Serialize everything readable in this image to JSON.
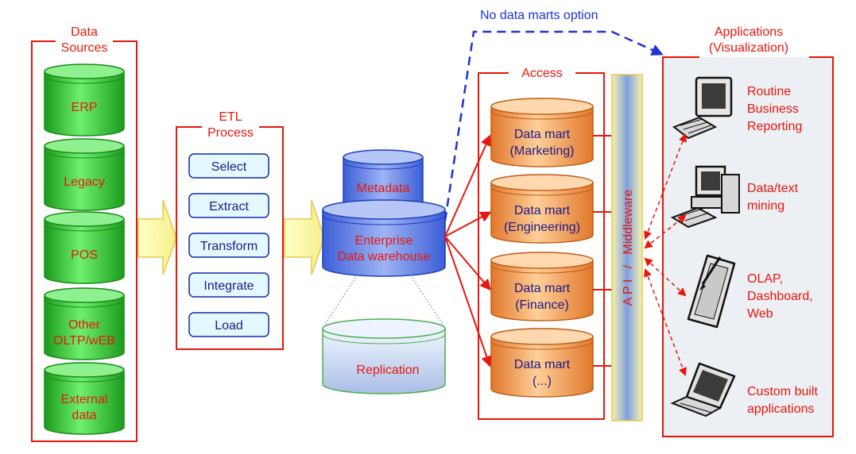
{
  "data_sources": {
    "title_line1": "Data",
    "title_line2": "Sources",
    "items": [
      {
        "line1": "ERP",
        "line2": ""
      },
      {
        "line1": "Legacy",
        "line2": ""
      },
      {
        "line1": "POS",
        "line2": ""
      },
      {
        "line1": "Other",
        "line2": "OLTP/wEB"
      },
      {
        "line1": "External",
        "line2": "data"
      }
    ]
  },
  "etl": {
    "title_line1": "ETL",
    "title_line2": "Process",
    "steps": [
      "Select",
      "Extract",
      "Transform",
      "Integrate",
      "Load"
    ]
  },
  "warehouse": {
    "metadata": "Metadata",
    "enterprise_line1": "Enterprise",
    "enterprise_line2": "Data warehouse",
    "replication": "Replication"
  },
  "no_marts_label": "No data marts option",
  "access": {
    "title": "Access",
    "marts": [
      {
        "line1": "Data mart",
        "line2": "(Marketing)"
      },
      {
        "line1": "Data mart",
        "line2": "(Engineering)"
      },
      {
        "line1": "Data mart",
        "line2": "(Finance)"
      },
      {
        "line1": "Data mart",
        "line2": "(...)"
      }
    ]
  },
  "middleware_label": "A P I   /   Middleware",
  "applications": {
    "title_line1": "Applications",
    "title_line2": "(Visualization)",
    "items": [
      {
        "icon": "desktop-computer-icon",
        "lines": [
          "Routine",
          "Business",
          "Reporting"
        ]
      },
      {
        "icon": "workstation-computer-icon",
        "lines": [
          "Data/text",
          "mining"
        ]
      },
      {
        "icon": "tablet-stylus-icon",
        "lines": [
          "OLAP,",
          "Dashboard,",
          "Web"
        ]
      },
      {
        "icon": "laptop-icon",
        "lines": [
          "Custom built",
          "applications"
        ]
      }
    ]
  },
  "colors": {
    "frame_red": "#e8160c",
    "source_green": "#3fcf3f",
    "etl_blue": "#0f2aa8",
    "warehouse_blue": "#5f7fe8",
    "mart_orange": "#f5a35c",
    "middleware_yellow": "#f7f3b0",
    "dashed_blue": "#1d33d6"
  }
}
